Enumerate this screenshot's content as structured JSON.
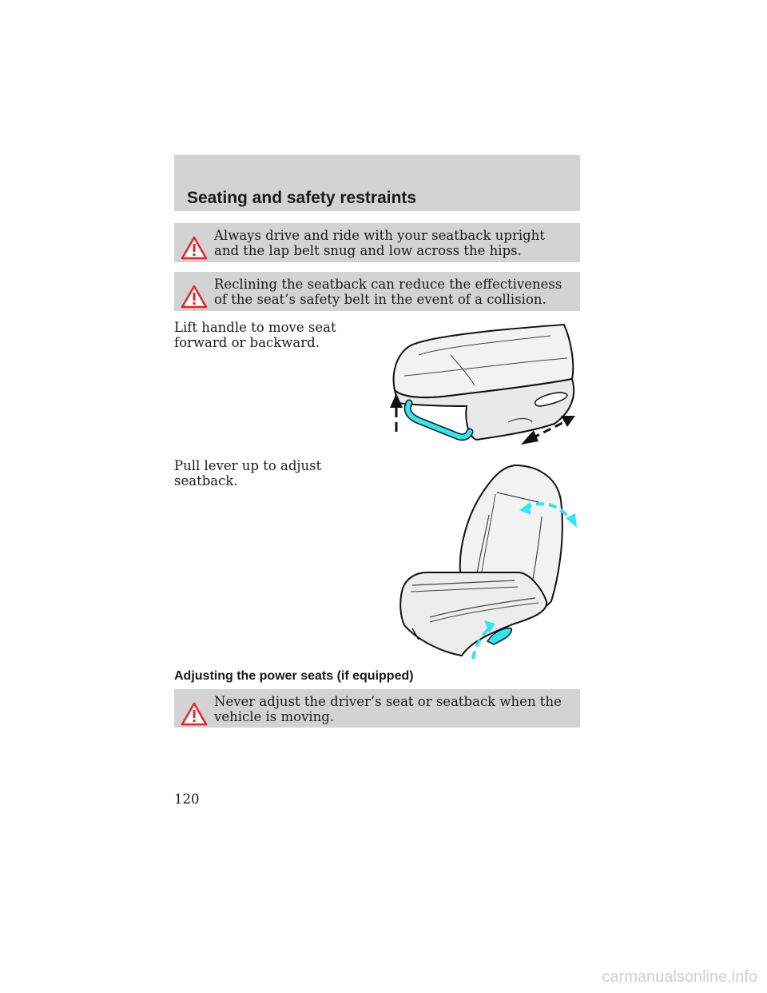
{
  "header": {
    "title": "Seating and safety restraints"
  },
  "warnings": [
    {
      "icon": "warning-triangle-icon",
      "text": "Always drive and ride with your seatback upright and the lap belt snug and low across the hips."
    },
    {
      "icon": "warning-triangle-icon",
      "text": "Reclining the seatback can reduce the effectiveness of the seat’s safety belt in the event of a collision."
    },
    {
      "icon": "warning-triangle-icon",
      "text": "Never adjust the driver’s seat or seatback when the vehicle is moving."
    }
  ],
  "instructions": {
    "seat_track": "Lift handle to move seat forward or backward.",
    "seatback": "Pull lever up to adjust seatback."
  },
  "section": {
    "power_seats_heading": "Adjusting the power seats (if equipped)"
  },
  "footer": {
    "page_number": "120",
    "watermark": "carmanualsonline.info"
  },
  "colors": {
    "band_gray": "#d3d3d3",
    "arrow_cyan": "#33e5f0",
    "warning_red": "#e8222a"
  }
}
